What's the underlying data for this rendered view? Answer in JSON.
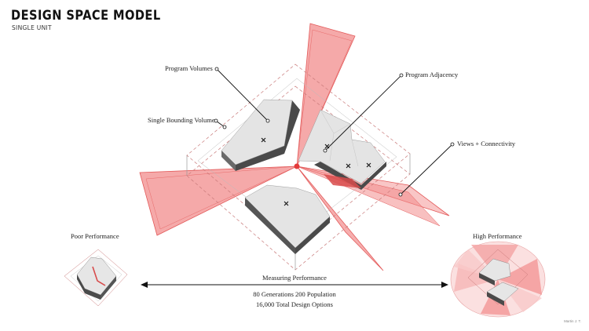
{
  "header": {
    "title": "DESIGN SPACE MODEL",
    "subtitle": "SINGLE UNIT"
  },
  "callouts": {
    "program_volumes": "Program Volumes",
    "single_bounding_volume": "Single Bounding Volume",
    "program_adjacency": "Program Adjacency",
    "views_connectivity": "Views + Connectivity"
  },
  "performance": {
    "poor_label": "Poor Performance",
    "high_label": "High Performance",
    "measuring_label": "Measuring Performance",
    "generations_population": "80 Generations   200 Population",
    "total_options": "16,000 Total Design Options"
  },
  "footer": {
    "credit": "Martin J. T."
  },
  "colors": {
    "view_cone": "#f28c8c",
    "view_cone_stroke": "#e35a5a",
    "volume_top": "#e4e4e4",
    "volume_side": "#4a4a4a",
    "bounding_line": "#c97a7a"
  }
}
